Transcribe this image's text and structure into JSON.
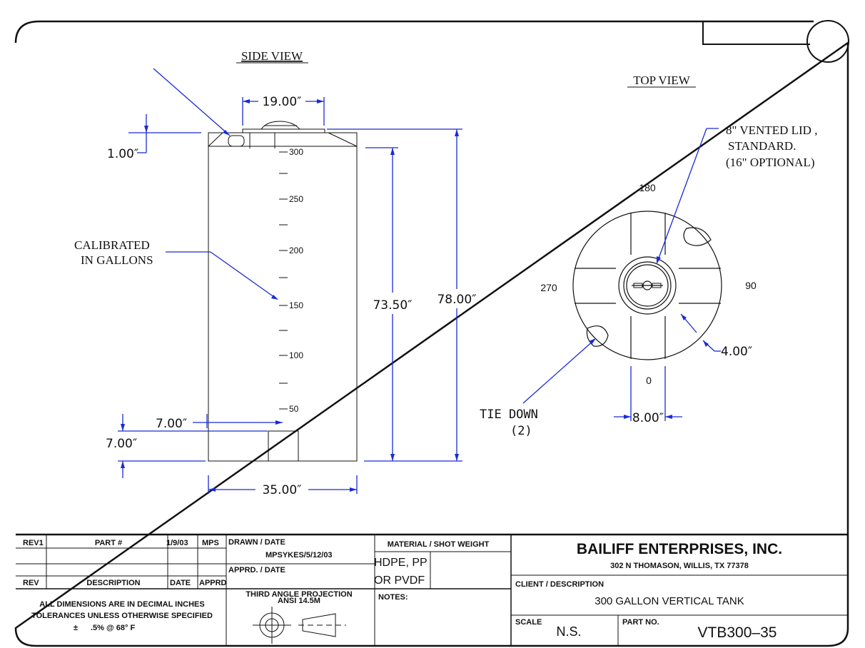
{
  "side_view": {
    "title": "SIDE VIEW",
    "dim_width_top": "19.00″",
    "dim_lid_height": "1.00″",
    "dim_calibrated_height": "73.50″",
    "dim_total_height": "78.00″",
    "dim_width": "35.00″",
    "dim_outlet_offset_a": "7.00″",
    "dim_outlet_offset_b": "7.00″",
    "callout_calibrated_line1": "CALIBRATED",
    "callout_calibrated_line2": "IN GALLONS",
    "scale_ticks": [
      "300",
      "250",
      "200",
      "150",
      "100",
      "50"
    ]
  },
  "top_view": {
    "title": "TOP VIEW",
    "lid_note_line1": "8\" VENTED  LID ,",
    "lid_note_line2": "STANDARD.",
    "lid_note_line3": "(16\" OPTIONAL)",
    "angle_top": "180",
    "angle_right": "90",
    "angle_bottom": "0",
    "angle_left": "270",
    "dim_tiedown": "4.00″",
    "dim_band": "8.00″",
    "tiedown_line1": "TIE DOWN",
    "tiedown_line2": "(2)"
  },
  "title_block": {
    "rev1_label": "REV1",
    "part_label": "PART #",
    "rev1_date": "1/9/03",
    "rev1_by": "MPS",
    "rev_label": "REV",
    "description_label": "DESCRIPTION",
    "date_label": "DATE",
    "apprd_label": "APPRD",
    "drawn_label": "DRAWN  /  DATE",
    "drawn_value": "MPSYKES/5/12/03",
    "appr_label": "APPRD.  /  DATE",
    "tolerance_line1": "ALL DIMENSIONS ARE IN DECIMAL INCHES",
    "tolerance_line2": "TOLERANCES UNLESS OTHERWISE SPECIFIED",
    "tolerance_line3_pm": "±",
    "tolerance_line3": ".5% @ 68° F",
    "projection_line1": "THIRD ANGLE PROJECTION",
    "projection_line2": "ANSI 14.5M",
    "material_label": "MATERIAL  /  SHOT WEIGHT",
    "material_line1": "HDPE, PP",
    "material_line2": "OR PVDF",
    "notes_label": "NOTES:",
    "company_name": "BAILIFF ENTERPRISES, INC.",
    "company_address": "302 N THOMASON, WILLIS, TX 77378",
    "client_label": "CLIENT  /  DESCRIPTION",
    "client_value": "300  GALLON  VERTICAL  TANK",
    "scale_label": "SCALE",
    "scale_value": "N.S.",
    "partno_label": "PART  NO.",
    "partno_value": "VTB300–35"
  }
}
